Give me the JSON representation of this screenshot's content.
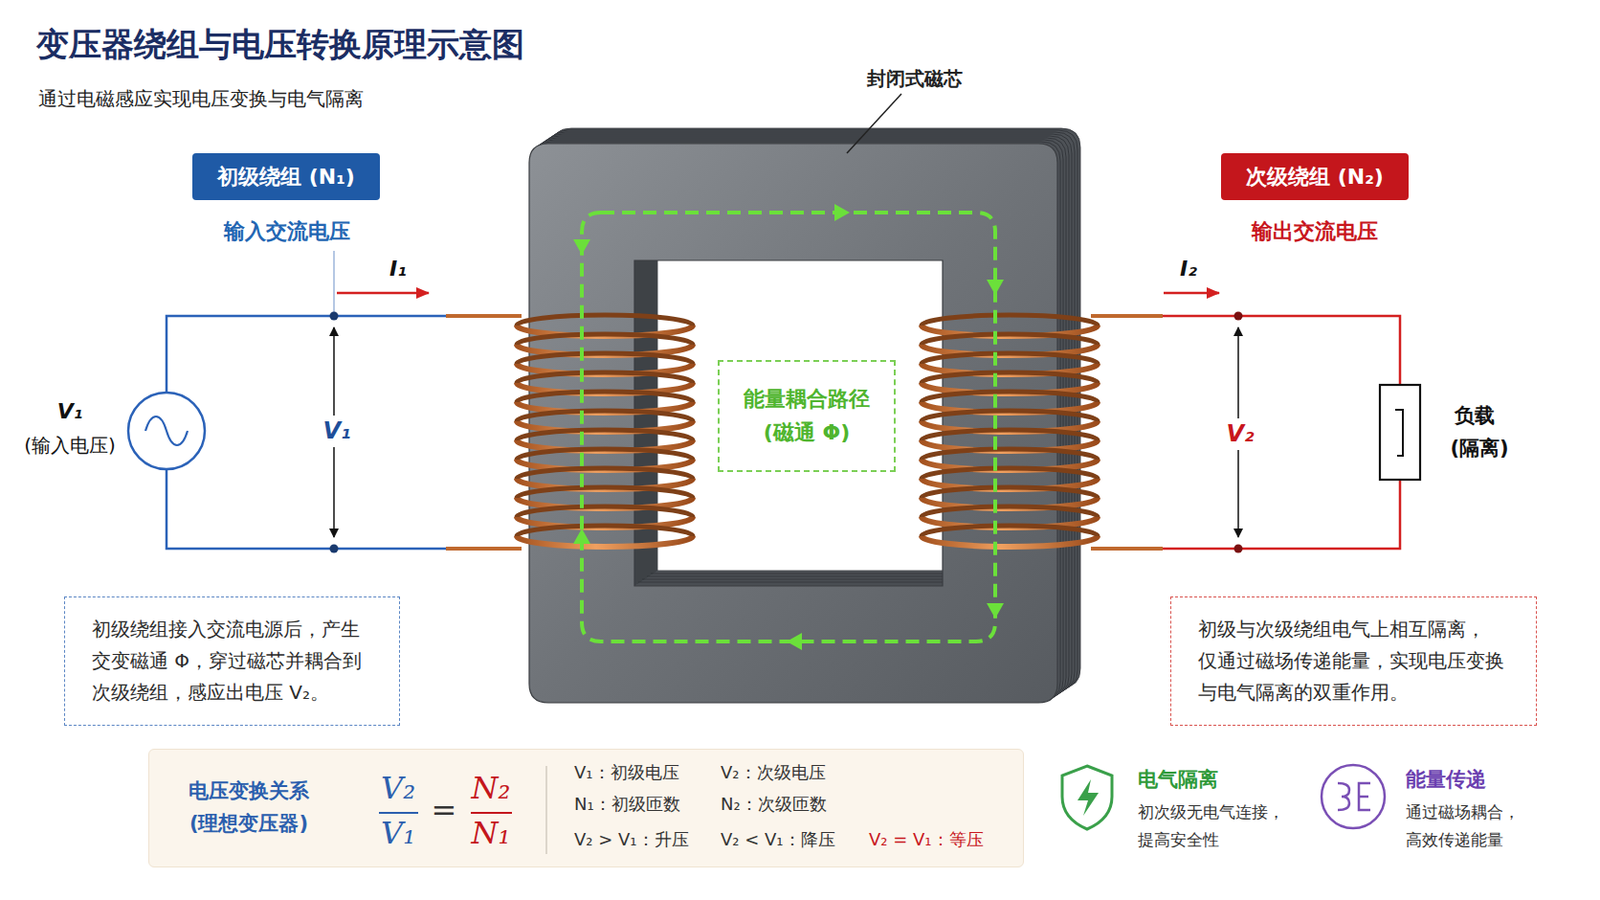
{
  "diagram": {
    "title": "变压器绕组与电压转换原理示意图",
    "nodes": [
      {
        "text": [
          "初级绕组 (N₁)"
        ]
      },
      {
        "text": [
          "次级绕组 (N₂)"
        ]
      },
      {
        "text": [
          "能量耦合路径 (磁通 Φ)"
        ]
      },
      {
        "text": [
          "初级绕组接入交流电源后，产生 交变磁通 Φ，穿过磁芯并耦合到 次级绕组，感应出电压 V₂。"
        ]
      },
      {
        "text": [
          "初级与次级绕组电气上相互隔离， 仅通过磁场传递能量，实现电压变换 与电气隔离的双重作用。"
        ]
      },
      {
        "text": [
          "电压变换关系 (理想变压器)"
        ]
      }
    ],
    "labels": [
      "通过电磁感应实现电压变换与电气隔离",
      "封闭式磁芯",
      "输入交流电压",
      "输出交流电压",
      "I₁",
      "I₂",
      "V₁",
      "(输入电压)",
      "V₁",
      "V₂",
      "负载",
      "(隔离)",
      "V₂",
      "V₁",
      "=",
      "N₂",
      "N₁",
      "V₁：初级电压",
      "V₂：次级电压",
      "N₁：初级匝数",
      "N₂：次级匝数",
      "V₂ > V₁：升压",
      "V₂ < V₁：降压",
      "V₂ = V₁：等压",
      "电气隔离",
      "初次级无电气连接， 提高安全性",
      "能量传递",
      "通过磁场耦合， 高效传递能量"
    ]
  }
}
